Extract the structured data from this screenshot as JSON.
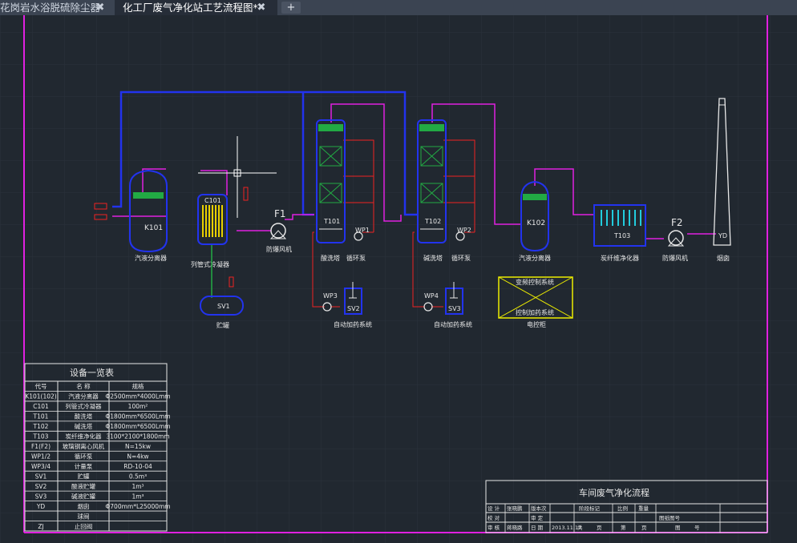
{
  "tabs": [
    {
      "label": "花岗岩水浴脱硫除尘器",
      "close": "✖"
    },
    {
      "label": "化工厂废气净化站工艺流程图*",
      "close": "✖"
    }
  ],
  "new_tab": "+",
  "colors": {
    "background": "#212830",
    "frame": "#e020e0",
    "gas_pipe": "#2233ee",
    "liquid_pipe": "#ee2222",
    "equipment": "#2233ee",
    "packing": "#22aa44",
    "control_box": "#eeee00",
    "text": "#e8e8e8"
  },
  "equipment_labels": {
    "k101_tag": "K101",
    "k101_name": "汽液分离器",
    "c101_tag": "C101",
    "c101_name": "列管式冷凝器",
    "sv1_tag": "SV1",
    "sv1_name": "贮罐",
    "f1_tag": "F1",
    "f1_name": "防爆风机",
    "t101_tag": "T101",
    "t101_name": "酸洗塔",
    "wp1_tag": "WP1",
    "wp1_name": "循环泵",
    "t102_tag": "T102",
    "t102_name": "碱洗塔",
    "wp2_tag": "WP2",
    "wp2_name": "循环泵",
    "wp3_tag": "WP3",
    "sv2_tag": "SV2",
    "auto_dosing_1": "自动加药系统",
    "wp4_tag": "WP4",
    "sv3_tag": "SV3",
    "auto_dosing_2": "自动加药系统",
    "k102_tag": "K102",
    "k102_name": "汽液分离器",
    "t103_tag": "T103",
    "t103_name": "炭纤维净化器",
    "f2_tag": "F2",
    "f2_name": "防爆风机",
    "yd_tag": "YD",
    "yd_name": "烟囱",
    "control_line1": "变频控制系统",
    "control_line2": "控制加药系统",
    "control_name": "电控柜"
  },
  "equipment_table": {
    "title": "设备一览表",
    "headers": [
      "代号",
      "名 称",
      "规格"
    ],
    "rows": [
      [
        "K101(102)",
        "汽液分离器",
        "Φ2500mm*4000Lmm"
      ],
      [
        "C101",
        "列管式冷凝器",
        "100m²"
      ],
      [
        "T101",
        "酸洗塔",
        "Φ1800mm*6500Lmm"
      ],
      [
        "T102",
        "碱洗塔",
        "Φ1800mm*6500Lmm"
      ],
      [
        "T103",
        "炭纤维净化器",
        "3100*2100*1800mm"
      ],
      [
        "F1(F2)",
        "玻璃钢离心风机",
        "N=15kw"
      ],
      [
        "WP1/2",
        "循环泵",
        "N=4kw"
      ],
      [
        "WP3/4",
        "计量泵",
        "RD-10-04"
      ],
      [
        "SV1",
        "贮罐",
        "0.5m³"
      ],
      [
        "SV2",
        "酸液贮罐",
        "1m³"
      ],
      [
        "SV3",
        "碱液贮罐",
        "1m³"
      ],
      [
        "YD",
        "烟囱",
        "Φ700mm*L25000mm"
      ],
      [
        "",
        "球阀",
        ""
      ],
      [
        "ZJ",
        "止回阀",
        ""
      ]
    ]
  },
  "title_block": {
    "title": "车间废气净化流程",
    "row1": [
      "设 计",
      "张晓鹏",
      "版本次",
      "",
      "阶段标记",
      "",
      "比例",
      "重量"
    ],
    "row2": [
      "校 对",
      "",
      "审 定",
      "",
      "",
      "",
      "",
      "图纸图号"
    ],
    "row3": [
      "审 核",
      "蒋晓路",
      "日 期",
      "2013.11.17",
      "共",
      "页",
      "第",
      "页",
      "图",
      "号"
    ]
  }
}
